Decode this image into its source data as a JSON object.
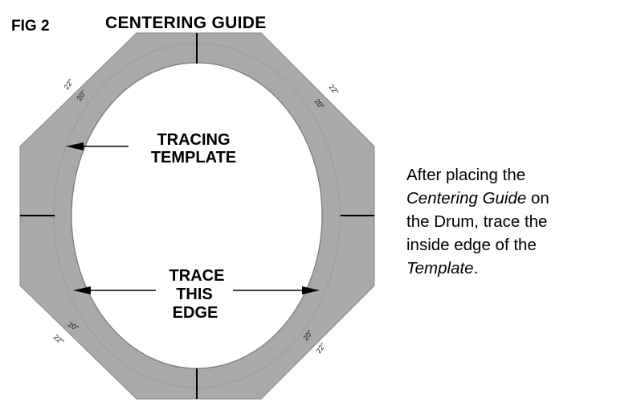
{
  "figure": {
    "label": "FIG 2",
    "title": "CENTERING GUIDE"
  },
  "labels": {
    "tracing_template": [
      "TRACING",
      "TEMPLATE"
    ],
    "trace_this_edge": [
      "TRACE",
      "THIS",
      "EDGE"
    ]
  },
  "ring_marks": {
    "outer": "22\"",
    "inner": "20\""
  },
  "instructions": {
    "line1": "After placing the",
    "line2_italic": "Centering Guide",
    "line2_rest": " on",
    "line3": "the Drum, trace the",
    "line4": "inside edge of the",
    "line5_italic": "Template",
    "line5_rest": "."
  },
  "colors": {
    "ring_fill": "#a9a9a9",
    "ring_edge": "#8a8a8a",
    "background": "#ffffff",
    "ink": "#000000"
  }
}
